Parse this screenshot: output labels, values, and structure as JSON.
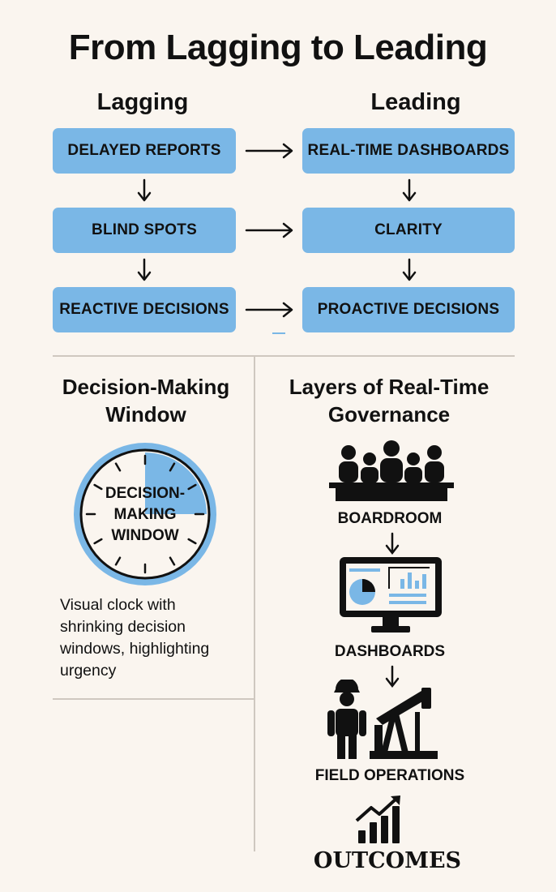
{
  "title": "From Lagging to Leading",
  "lagging": {
    "heading": "Lagging",
    "items": [
      "DELAYED REPORTS",
      "BLIND SPOTS",
      "REACTIVE DECISIONS"
    ]
  },
  "leading": {
    "heading": "Leading",
    "items": [
      "REAL-TIME DASHBOARDS",
      "CLARITY",
      "PROACTIVE DECISIONS"
    ]
  },
  "decision_window": {
    "title_line1": "Decision-Making",
    "title_line2": "Window",
    "clock_line1": "DECISION-",
    "clock_line2": "MAKING",
    "clock_line3": "WINDOW",
    "desc_line1": "Visual clock with",
    "desc_line2": "shrinking decision",
    "desc_line3": "windows, highlighting",
    "desc_line4": "urgency",
    "accent": "#7ab7e6"
  },
  "governance": {
    "title_line1": "Layers of Real-Time",
    "title_line2": "Governance",
    "layers": [
      "BOARDROOM",
      "DASHBOARDS",
      "FIELD OPERATIONS",
      "OUTCOMES"
    ],
    "icons": [
      "boardroom-icon",
      "dashboard-monitor-icon",
      "worker-oil-pump-icon",
      "growth-chart-icon"
    ]
  }
}
